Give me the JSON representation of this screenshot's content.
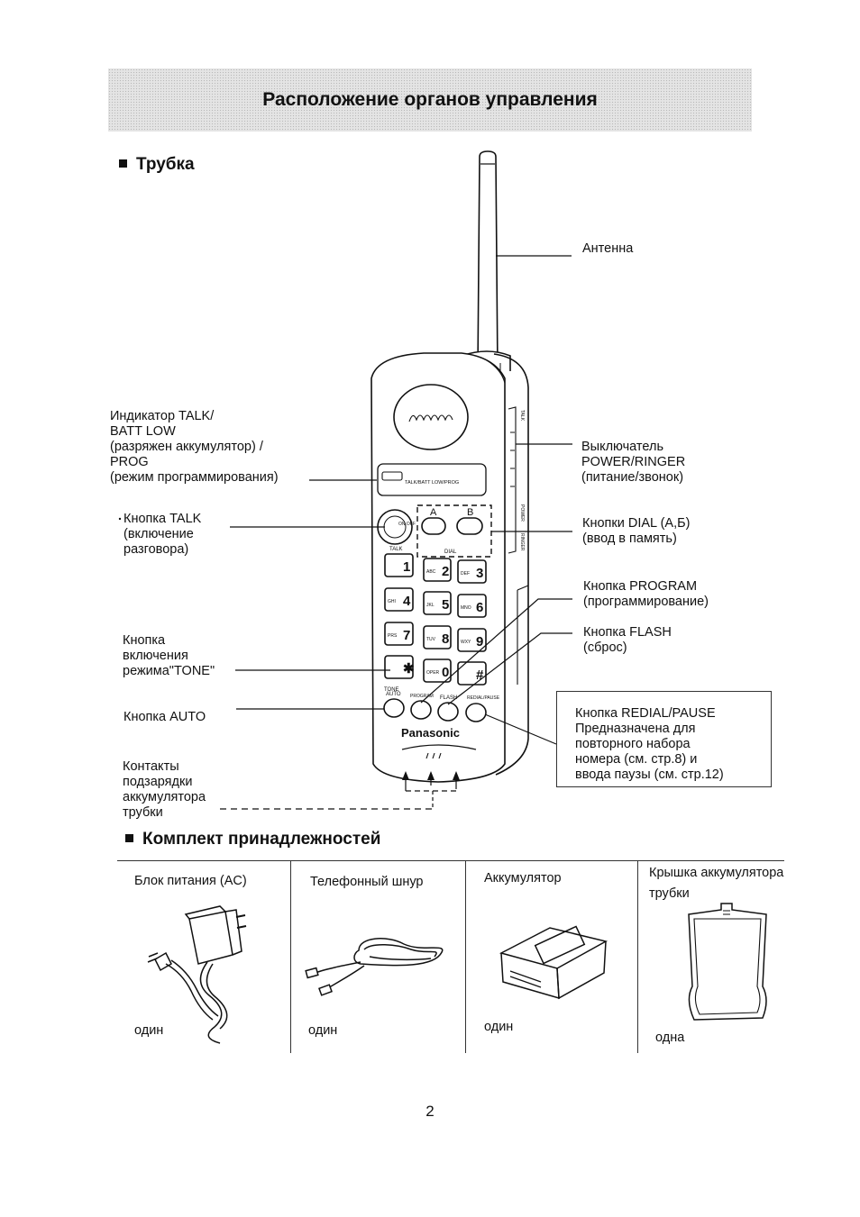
{
  "page": {
    "title": "Расположение органов управления",
    "page_number": "2"
  },
  "handset_section": {
    "heading": "Трубка",
    "labels": {
      "antenna": [
        "Антенна"
      ],
      "talk_indicator": [
        "Индикатор TALK/",
        "BATT LOW",
        "(разряжен аккумулятор) /",
        "PROG",
        "(режим программирования)"
      ],
      "power_ringer": [
        "Выключатель",
        "POWER/RINGER",
        "(питание/звонок)"
      ],
      "talk_button": [
        "Кнопка TALK",
        "(включение",
        "разговора)"
      ],
      "dial_buttons": [
        "Кнопки DIAL (А,Б)",
        "(ввод в память)"
      ],
      "program_button": [
        "Кнопка PROGRAM",
        "(программирование)"
      ],
      "flash_button": [
        "Кнопка FLASH",
        "(сброс)"
      ],
      "tone_button": [
        "Кнопка",
        "включения",
        "режима\"TONE\""
      ],
      "auto_button": [
        "Кнопка AUTO"
      ],
      "redial_pause": [
        "Кнопка REDIAL/PAUSE",
        "Предназначена для",
        "повторного набора",
        "номера (см. стр.8) и",
        "ввода паузы (см. стр.12)"
      ],
      "charge_contacts": [
        "Контакты",
        "подзарядки",
        "аккумулятора",
        "трубки"
      ]
    },
    "phone_markings": {
      "indicator_text": "TALK/BATT LOW/PROG",
      "talk_key": "ON OFF",
      "talk_caption": "TALK",
      "dial_a": "A",
      "dial_b": "B",
      "dial_caption": "DIAL",
      "keys": [
        {
          "digit": "1",
          "letters": ""
        },
        {
          "digit": "2",
          "letters": "ABC"
        },
        {
          "digit": "3",
          "letters": "DEF"
        },
        {
          "digit": "4",
          "letters": "GHI"
        },
        {
          "digit": "5",
          "letters": "JKL"
        },
        {
          "digit": "6",
          "letters": "MNO"
        },
        {
          "digit": "7",
          "letters": "PRS"
        },
        {
          "digit": "8",
          "letters": "TUV"
        },
        {
          "digit": "9",
          "letters": "WXY"
        },
        {
          "digit": "✱",
          "letters": ""
        },
        {
          "digit": "0",
          "letters": "OPER"
        },
        {
          "digit": "#",
          "letters": ""
        }
      ],
      "tone_caption": "TONE",
      "auto_caption": "AUTO",
      "program_caption": "PROGRAM",
      "flash_caption": "FLASH",
      "redial_caption": "REDIAL/PAUSE",
      "brand": "Panasonic",
      "side_labels": [
        "TALK",
        "POWER",
        "RINGER"
      ]
    }
  },
  "accessories_section": {
    "heading": "Комплект принадлежностей",
    "items": [
      {
        "caption": [
          "Блок питания (AC)"
        ],
        "quantity": "один"
      },
      {
        "caption": [
          "Телефонный шнур"
        ],
        "quantity": "один"
      },
      {
        "caption": [
          "Аккумулятор"
        ],
        "quantity": "один"
      },
      {
        "caption": [
          "Крышка аккумулятора",
          "трубки"
        ],
        "quantity": "одна"
      }
    ]
  }
}
